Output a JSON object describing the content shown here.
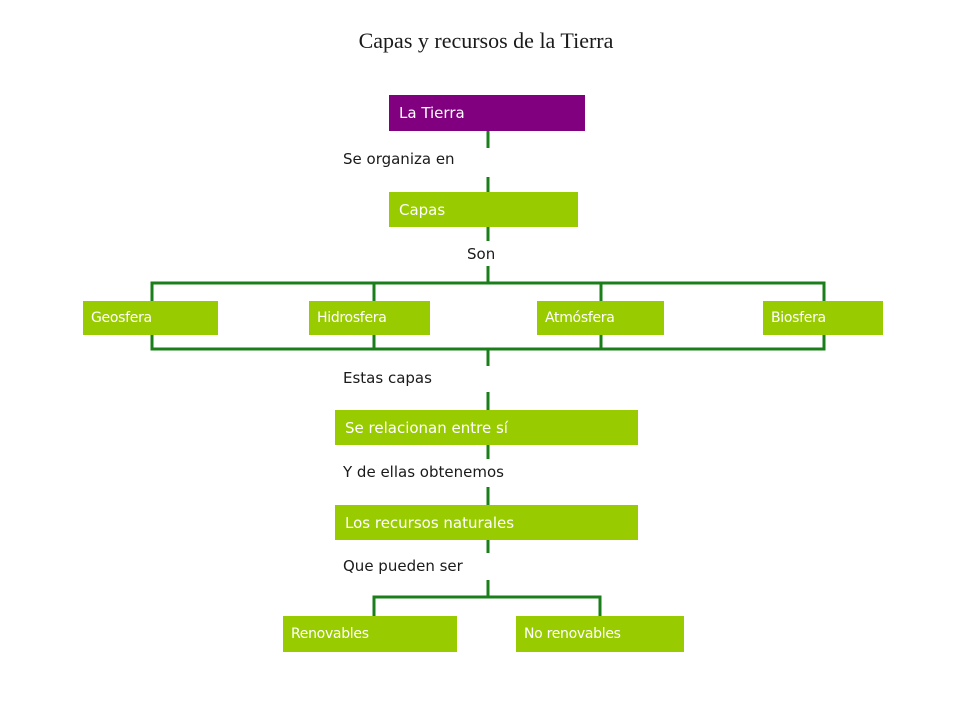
{
  "title": "Capas y recursos de la Tierra",
  "colors": {
    "purple_node": "#800080",
    "green_node": "#99cc00",
    "connector": "#1a7f1a"
  },
  "nodes": {
    "tierra": "La Tierra",
    "capas": "Capas",
    "geosfera": "Geosfera",
    "hidrosfera": "Hidrosfera",
    "atmosfera": "Atmósfera",
    "biosfera": "Biosfera",
    "relacionan": "Se relacionan entre sí",
    "recursos": "Los recursos naturales",
    "renovables": "Renovables",
    "no_renovables": "No renovables"
  },
  "links": {
    "organiza": "Se organiza en",
    "son": "Son",
    "estas": "Estas capas",
    "obtenemos": "Y de ellas obtenemos",
    "pueden": "Que pueden ser"
  }
}
